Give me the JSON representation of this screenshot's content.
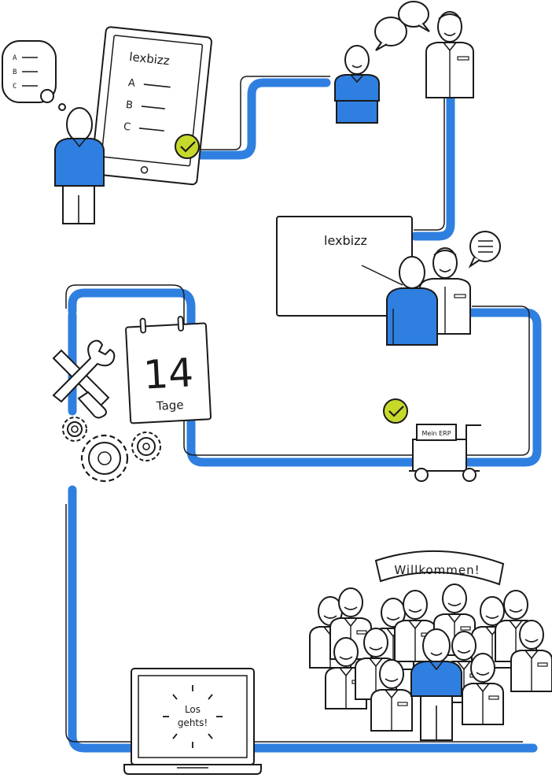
{
  "tablet": {
    "brand": "lexbizz",
    "options": [
      "A",
      "B",
      "C"
    ]
  },
  "thought_bubble": {
    "options": [
      "A",
      "B",
      "C"
    ]
  },
  "whiteboard": {
    "brand": "lexbizz"
  },
  "calendar": {
    "number": "14",
    "unit": "Tage"
  },
  "cart": {
    "label": "Mein ERP"
  },
  "welcome_banner": {
    "text": "Willkommen!"
  },
  "laptop": {
    "line1": "Los",
    "line2": "gehts!"
  },
  "colors": {
    "accent_blue": "#2f7fe0",
    "check_green": "#c6d92b",
    "outline": "#1a1a1a"
  }
}
